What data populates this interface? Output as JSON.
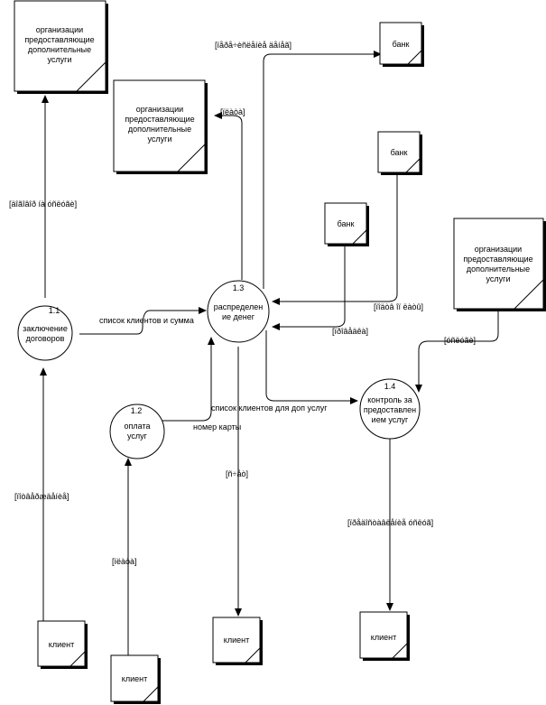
{
  "entities": {
    "org_top": {
      "lines": [
        "организации",
        "предоставляющие",
        "дополнительные",
        "услуги"
      ]
    },
    "org_mid": {
      "lines": [
        "организации",
        "предоставляющие",
        "дополнительные",
        "услуги"
      ]
    },
    "org_right": {
      "lines": [
        "организации",
        "предоставляющие",
        "дополнительные",
        "услуги"
      ]
    },
    "bank_top": {
      "lines": [
        "банк"
      ]
    },
    "bank_mid": {
      "lines": [
        "банк"
      ]
    },
    "bank_center": {
      "lines": [
        "банк"
      ]
    },
    "client_left": {
      "lines": [
        "клиент"
      ]
    },
    "client_bottom": {
      "lines": [
        "клиент"
      ]
    },
    "client_center": {
      "lines": [
        "клиент"
      ]
    },
    "client_right": {
      "lines": [
        "клиент"
      ]
    }
  },
  "processes": {
    "p11": {
      "number": "1.1",
      "lines": [
        "заключение",
        "договоров"
      ]
    },
    "p12": {
      "number": "1.2",
      "lines": [
        "оплата",
        "услуг"
      ]
    },
    "p13": {
      "number": "1.3",
      "lines": [
        "распределен",
        "ие денег"
      ]
    },
    "p14": {
      "number": "1.4",
      "lines": [
        "контроль за",
        "предоставлен",
        "ием услуг"
      ]
    }
  },
  "labels": {
    "f_contract": "[äîãîâîð íà óñëóãè]",
    "f_transfer": "[ïåðå÷èñëåíèå äåíåã]",
    "f_payment": "[ïëàòà]",
    "f_request": "[ïîòâåðæäåíèå]",
    "f_bank_ok": "[ïîäòâ îï ëàòû]",
    "f_bank_center": "[ïðîâåäêà]",
    "f_service": "[óñëóãè]",
    "f_clients_sum": "список клиентов и сумма",
    "f_clients_extra": "список клиентов для доп услуг",
    "f_card": "номер карты",
    "f_pay_client": "[ïëàòà]",
    "f_check": "[ñ÷åò]",
    "f_quality": "[ïðåäîñòàâëåíèå óñëóã]"
  },
  "colors": {
    "stroke": "#000000",
    "background": "#ffffff"
  }
}
